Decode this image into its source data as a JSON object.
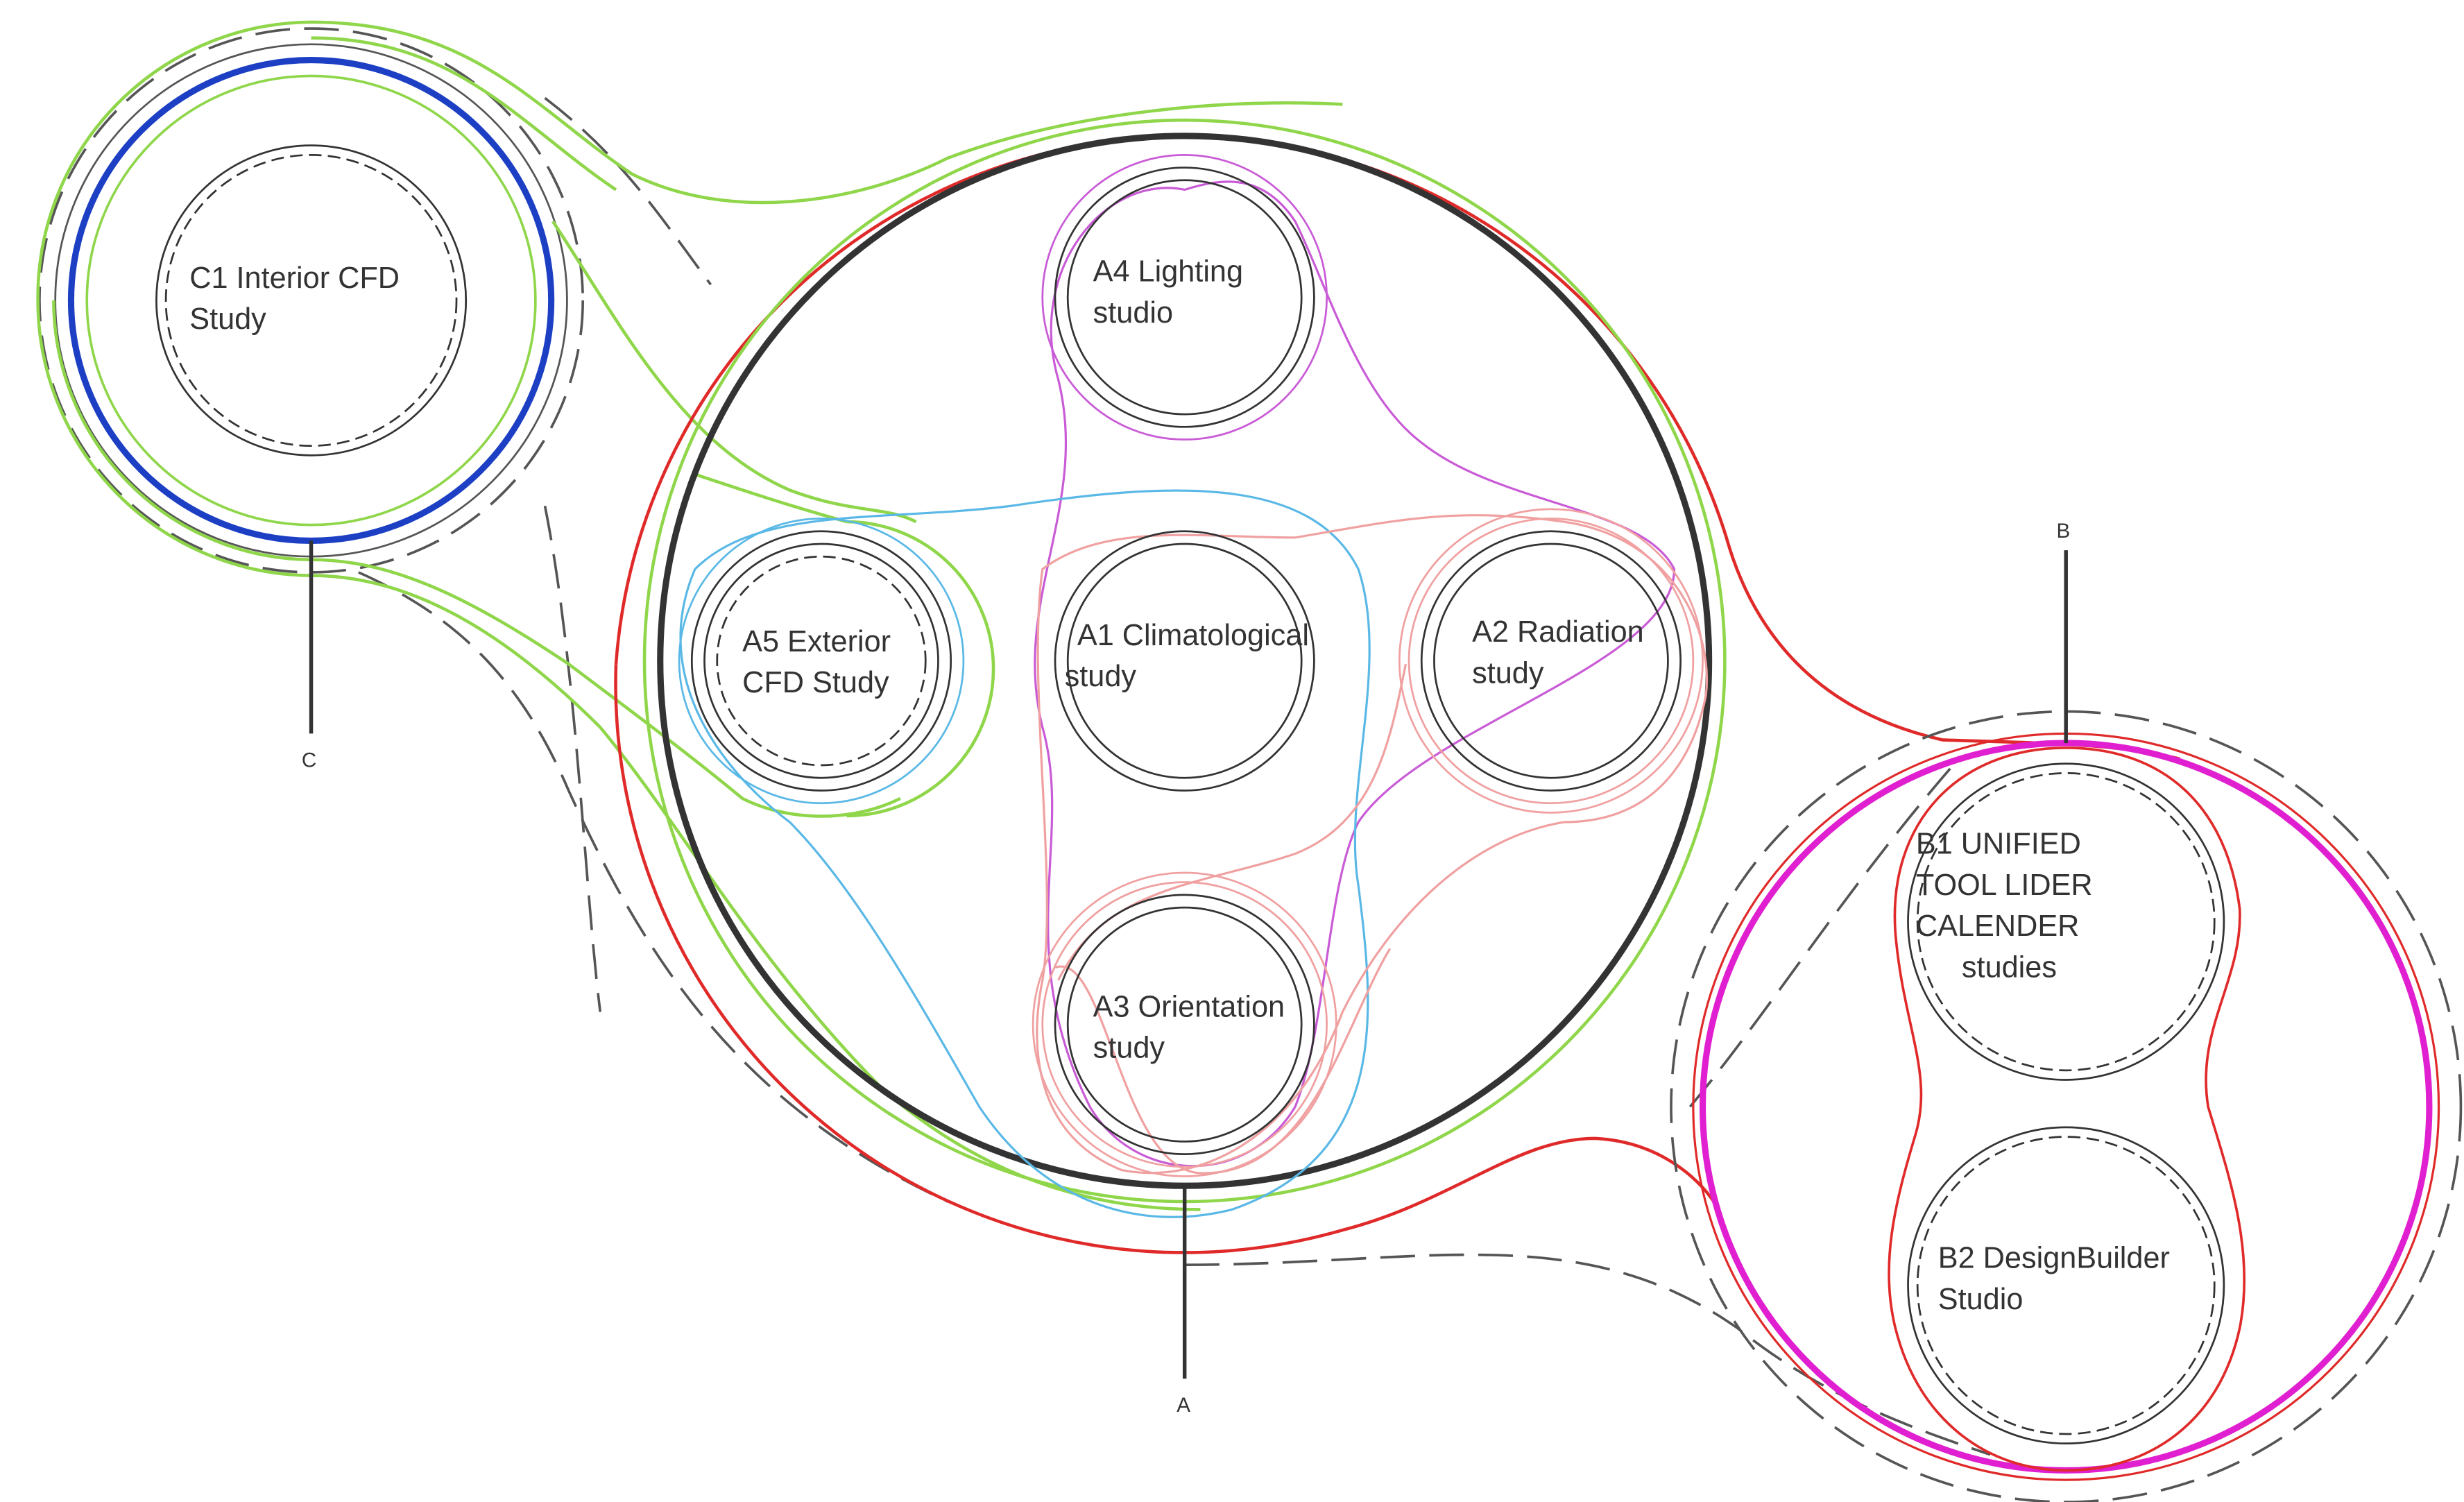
{
  "colors": {
    "outer_a": "#e02a2a",
    "green": "#8fd64a",
    "blue": "#1c3fc4",
    "magenta": "#e020d0",
    "pink_magenta": "#c95bd6",
    "light_blue": "#5ab8e6",
    "salmon": "#f0a0a0",
    "dark": "#333333",
    "grey": "#555555"
  },
  "group_labels": {
    "a": "A",
    "b": "B",
    "c": "C"
  },
  "nodes": {
    "a1": {
      "line1": "A1 Climatological",
      "line2": "study"
    },
    "a2": {
      "line1": "A2 Radiation",
      "line2": "study"
    },
    "a3": {
      "line1": "A3 Orientation",
      "line2": "study"
    },
    "a4": {
      "line1": "A4 Lighting",
      "line2": "studio"
    },
    "a5": {
      "line1": "A5 Exterior",
      "line2": "CFD Study"
    },
    "b1": {
      "line1": "B1 UNIFIED",
      "line2": "TOOL LIDER",
      "line3": "CALENDER",
      "line4": "studies"
    },
    "b2": {
      "line1": "B2 DesignBuilder",
      "line2": "Studio"
    },
    "c1": {
      "line1": "C1 Interior CFD",
      "line2": "Study"
    }
  }
}
